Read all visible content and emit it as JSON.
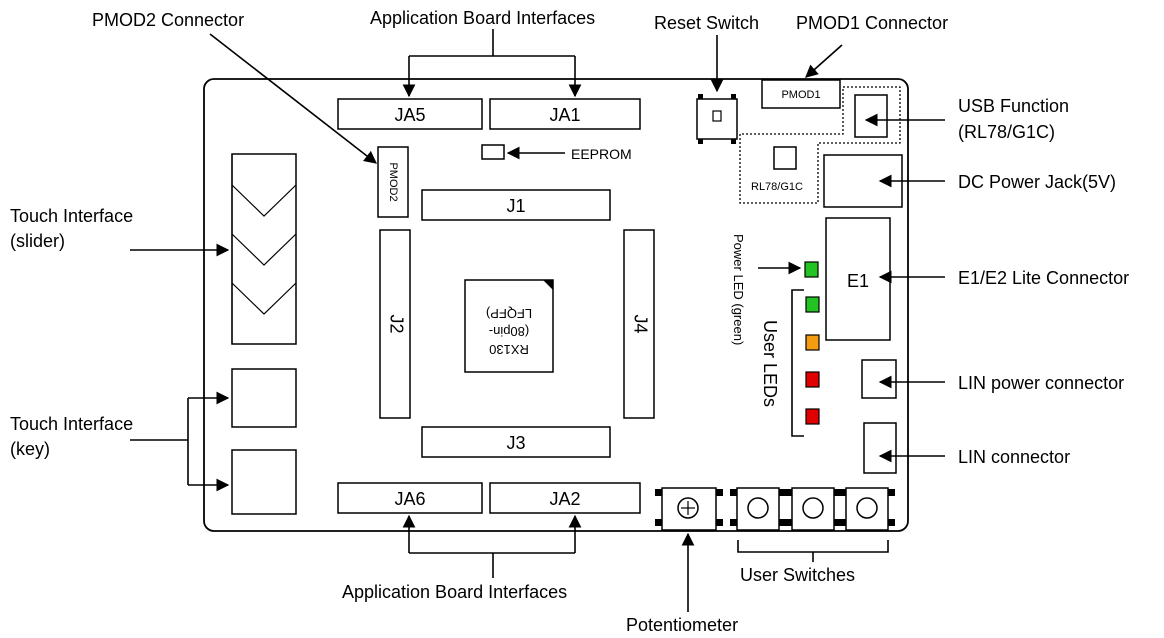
{
  "labels": {
    "pmod2_connector": "PMOD2 Connector",
    "app_board_top": "Application Board Interfaces",
    "reset_switch": "Reset Switch",
    "pmod1_connector": "PMOD1 Connector",
    "usb_function_1": "USB Function",
    "usb_function_2": "(RL78/G1C)",
    "dc_power_jack": "DC Power Jack(5V)",
    "e1_connector": "E1/E2 Lite Connector",
    "lin_power_connector": "LIN power connector",
    "lin_connector": "LIN connector",
    "user_switches": "User Switches",
    "potentiometer": "Potentiometer",
    "app_board_bottom": "Application Board Interfaces",
    "touch_key_1": "Touch Interface",
    "touch_key_2": "(key)",
    "touch_slider_1": "Touch Interface",
    "touch_slider_2": "(slider)",
    "eeprom": "EEPROM",
    "power_led": "Power LED (green)",
    "user_leds": "User LEDs"
  },
  "blocks": {
    "ja5": "JA5",
    "ja1": "JA1",
    "ja6": "JA6",
    "ja2": "JA2",
    "j1": "J1",
    "j2": "J2",
    "j3": "J3",
    "j4": "J4",
    "pmod1": "PMOD1",
    "pmod2": "PMOD2",
    "rl78": "RL78/G1C",
    "e1": "E1",
    "mcu_line1": "RX130",
    "mcu_line2": "(80pin-",
    "mcu_line3": "LFQFP)"
  },
  "colors": {
    "led_green": "#22c322",
    "led_orange": "#f39c12",
    "led_red": "#e00000"
  }
}
